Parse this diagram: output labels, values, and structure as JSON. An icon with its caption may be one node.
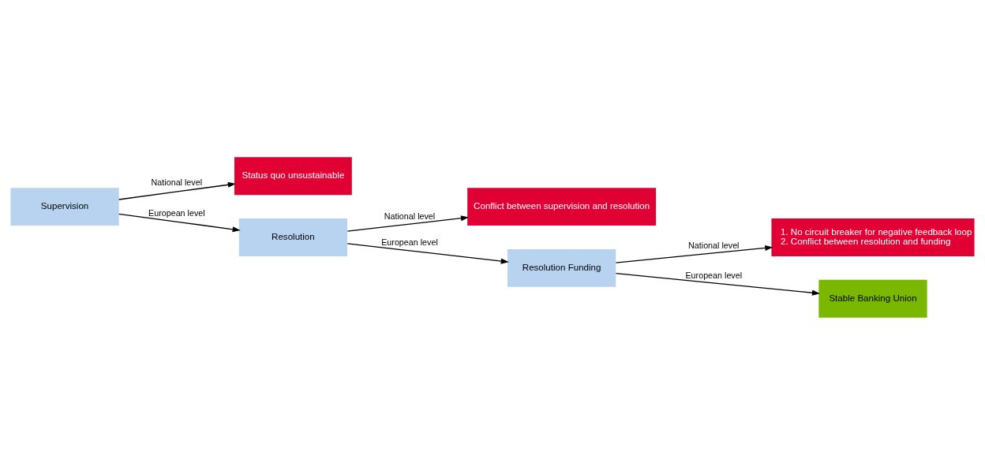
{
  "diagram": {
    "nodes": [
      {
        "text": [
          "Supervision"
        ]
      },
      {
        "text": [
          "Status quo unsustainable"
        ]
      },
      {
        "text": [
          "Resolution"
        ]
      },
      {
        "text": [
          "Conflict between supervision and resolution"
        ]
      },
      {
        "text": [
          "Resolution Funding"
        ]
      },
      {
        "text": [
          "1. No circuit breaker for negative feedback loop",
          "2. Conflict between resolution and funding"
        ]
      },
      {
        "text": [
          "Stable Banking Union"
        ]
      }
    ],
    "edges": [
      {
        "from": 0,
        "to": 1,
        "arrow": "to",
        "label": "National level"
      },
      {
        "from": 0,
        "to": 2,
        "arrow": "to",
        "label": "European level"
      },
      {
        "from": 2,
        "to": 3,
        "arrow": "to",
        "label": "National level"
      },
      {
        "from": 2,
        "to": 4,
        "arrow": "to",
        "label": "European level"
      },
      {
        "from": 4,
        "to": 5,
        "arrow": "to",
        "label": "National level"
      },
      {
        "from": 4,
        "to": 6,
        "arrow": "to",
        "label": "European level"
      }
    ]
  }
}
